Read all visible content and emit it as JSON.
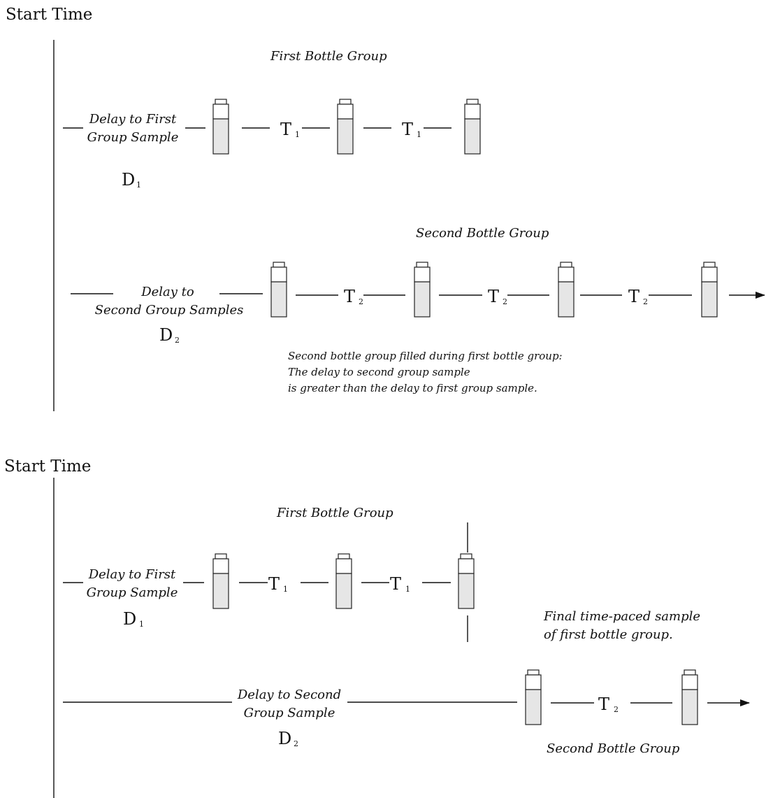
{
  "colors": {
    "ink": "#111111",
    "tube_fill": "#e6e6e6",
    "tube_empty": "#ffffff"
  },
  "icon": "sample-bottle-icon",
  "top": {
    "start_label": "Start Time",
    "first_group_title": "First Bottle Group",
    "delay1_line1": "Delay to First",
    "delay1_line2": "Group Sample",
    "d1_main": "D",
    "d1_sub": "1",
    "t1_main": "T",
    "t1_sub": "1",
    "second_group_title": "Second Bottle Group",
    "delay2_line1": "Delay to",
    "delay2_line2": "Second Group Samples",
    "d2_main": "D",
    "d2_sub": "2",
    "t2_main": "T",
    "t2_sub": "2",
    "note_lines": [
      "Second bottle group filled during first bottle group:",
      "The delay to second group sample",
      "is greater than the delay to first group sample."
    ]
  },
  "bottom": {
    "start_label": "Start Time",
    "first_group_title": "First Bottle Group",
    "delay1_line1": "Delay to First",
    "delay1_line2": "Group Sample",
    "d1_main": "D",
    "d1_sub": "1",
    "t1_main": "T",
    "t1_sub": "1",
    "final_note_line1": "Final time-paced sample",
    "final_note_line2": "of first bottle group.",
    "delay2_line1": "Delay to Second",
    "delay2_line2": "Group Sample",
    "d2_main": "D",
    "d2_sub": "2",
    "t2_main": "T",
    "t2_sub": "2",
    "second_group_title": "Second Bottle Group"
  }
}
